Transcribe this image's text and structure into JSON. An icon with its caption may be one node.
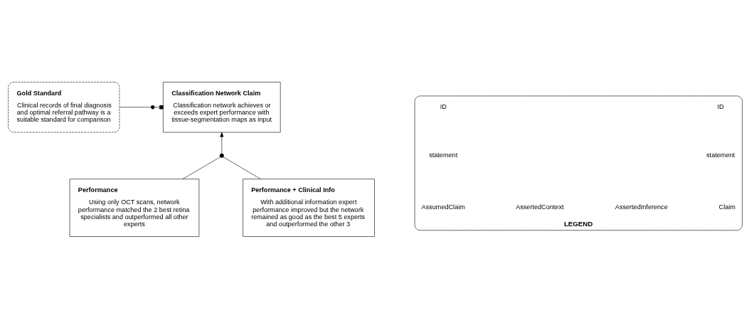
{
  "diagram": {
    "nodes": [
      {
        "text": [
          "Gold Standard",
          "Clinical records of final diagnosis and optimal referral pathway is a suitable standard for comparison"
        ]
      },
      {
        "text": [
          "Classification Network Claim",
          "Classification network achieves or exceeds expert performance with tissue-segmentation maps as input"
        ]
      },
      {
        "text": [
          "Performance",
          "Using only OCT scans, network performance matched the 2 best retina specialists and outperformed all other experts"
        ]
      },
      {
        "text": [
          "Performance + Clinical Info",
          "With additional information expert performance improved but the network remained as good as the best 5 experts and outperformed the other 3"
        ]
      },
      {
        "text": [],
        "shape": "circle"
      },
      {
        "text": [
          "LEGEND"
        ]
      }
    ],
    "edges": [
      {
        "from": 0,
        "to": 1,
        "arrow": "other"
      },
      {
        "from": 2,
        "to": 4,
        "arrow": "none"
      },
      {
        "from": 3,
        "to": 4,
        "arrow": "none"
      },
      {
        "from": 4,
        "to": 1,
        "arrow": "to"
      }
    ],
    "labels": [
      "ID",
      "statement",
      "ID",
      "statement"
    ],
    "legend": [
      {
        "text": "Claim"
      },
      {
        "text": "AssertedInference"
      },
      {
        "text": "AssertedContext"
      },
      {
        "text": "AssumedClaim"
      }
    ]
  }
}
